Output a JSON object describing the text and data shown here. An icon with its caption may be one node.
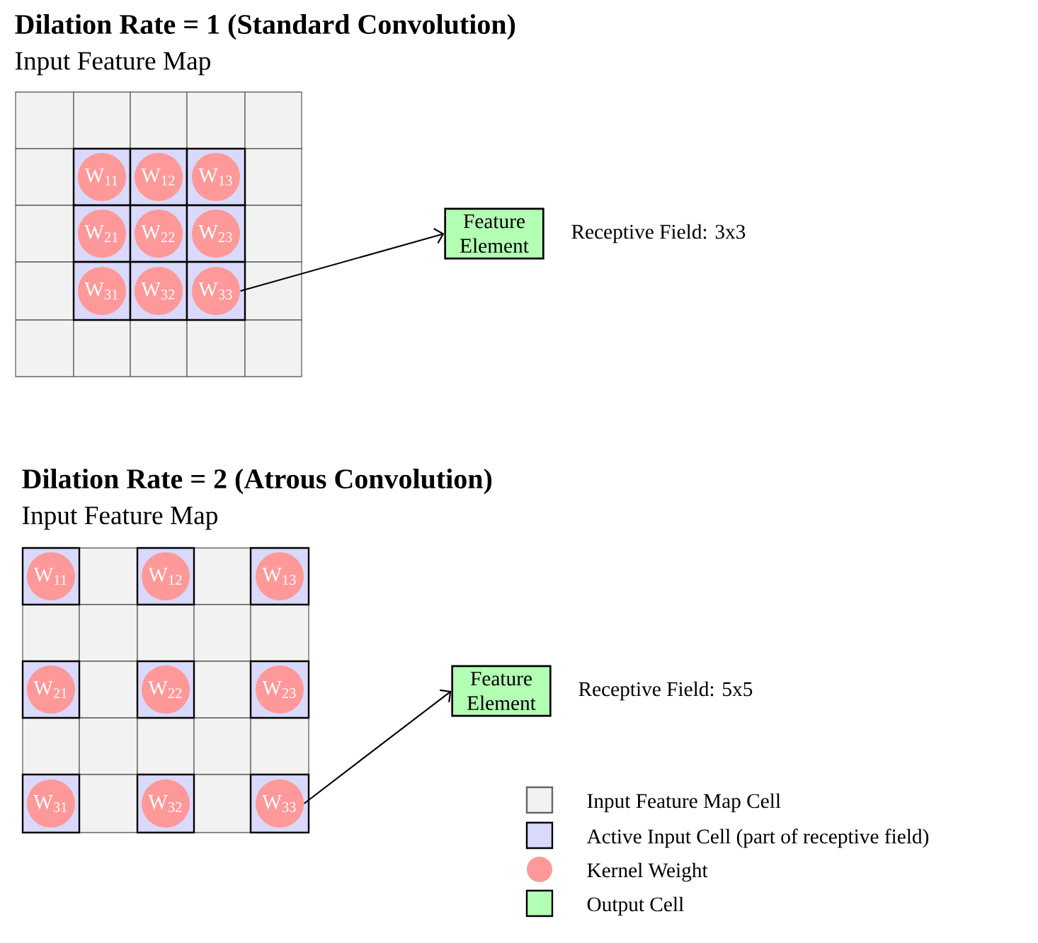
{
  "diagram": {
    "nodes": [
      {
        "text": [
          "W$_{11}$"
        ]
      },
      {
        "text": [
          "W$_{12}$"
        ]
      },
      {
        "text": [
          "W$_{13}$"
        ]
      },
      {
        "text": [
          "W$_{21}$"
        ]
      },
      {
        "text": [
          "W$_{22}$"
        ]
      },
      {
        "text": [
          "W$_{23}$"
        ]
      },
      {
        "text": [
          "W$_{31}$"
        ]
      },
      {
        "text": [
          "W$_{32}$"
        ]
      },
      {
        "text": [
          "W$_{33}$"
        ]
      },
      {
        "text": [
          "Feature Element"
        ],
        "beside": [
          "Receptive Field: 3x3"
        ]
      },
      {
        "text": [
          "W$_{11}$"
        ]
      },
      {
        "text": [
          "W$_{12}$"
        ]
      },
      {
        "text": [
          "W$_{13}$"
        ]
      },
      {
        "text": [
          "W$_{21}$"
        ]
      },
      {
        "text": [
          "W$_{22}$"
        ]
      },
      {
        "text": [
          "W$_{23}$"
        ]
      },
      {
        "text": [
          "W$_{31}$"
        ]
      },
      {
        "text": [
          "W$_{32}$"
        ]
      },
      {
        "text": [
          "W$_{33}$"
        ]
      },
      {
        "text": [
          "Feature Element"
        ],
        "beside": [
          "Receptive Field: 5x5"
        ]
      }
    ],
    "edges": [
      {
        "from": 8,
        "to": 9,
        "arrow": "to"
      },
      {
        "from": 18,
        "to": 19,
        "arrow": "to"
      }
    ],
    "labels": [
      "Dilation Rate = 1 (Standard Convolution)",
      "Input Feature Map",
      "Dilation Rate = 2 (Atrous Convolution)",
      "Input Feature Map"
    ],
    "legend": [
      {
        "text": "Input Feature Map Cell",
        "color": "#f2f2f2"
      },
      {
        "text": "Active Input Cell (part of receptive field)",
        "color": "#d9d9fb"
      },
      {
        "text": "Kernel Weight",
        "color": "#ff9999"
      },
      {
        "text": "Output Cell",
        "color": "#b3ffb3"
      }
    ]
  }
}
